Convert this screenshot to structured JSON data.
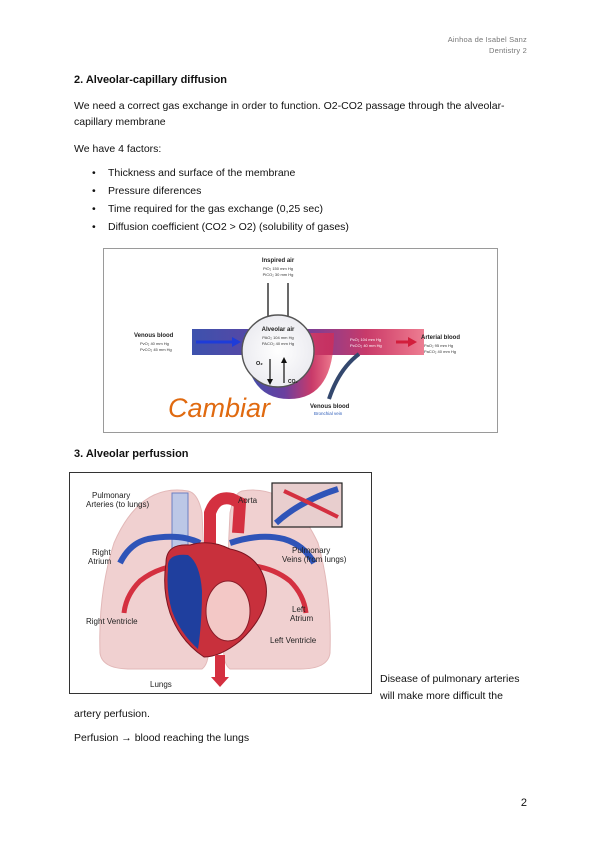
{
  "header": {
    "author": "Ainhoa de Isabel Sanz",
    "course": "Dentistry 2"
  },
  "section2": {
    "heading": "2.   Alveolar-capillary diffusion",
    "para1": "We need a correct gas exchange in order to function. O2-CO2 passage through the alveolar-capillary membrane",
    "para2": "We have 4 factors:",
    "bullets": [
      "Thickness and surface of the membrane",
      "Pressure diferences",
      "Time required for the gas exchange (0,25 sec)",
      "Diffusion coefficient (CO2 > O2) (solubility of gases)"
    ]
  },
  "figure1": {
    "inspired_title": "Inspired air",
    "inspired_po2": "PiO₂ 150 mm Hg",
    "inspired_pco2": "PiCO₂ 30 mm Hg",
    "venous_title": "Venous blood",
    "venous_po2": "PvO₂ 40 mm Hg",
    "venous_pco2": "PvCO₂ 45 mm Hg",
    "alveolar_title": "Alveolar air",
    "alveolar_po2": "PAO₂ 104 mm Hg",
    "alveolar_pco2": "PACO₂ 40 mm Hg",
    "cap_po2": "PcO₂ 104 mm Hg",
    "cap_pco2": "PcCO₂ 40 mm Hg",
    "o2": "O₂",
    "co2": "CO₂",
    "arterial_title": "Arterial blood",
    "arterial_po2": "PaO₂ 95 mm Hg",
    "arterial_pco2": "PaCO₂ 40 mm Hg",
    "venous2_title": "Venous blood",
    "bronchial": "Bronchial vein",
    "handwriting": "Cambiar",
    "colors": {
      "venous": "#3b52b0",
      "arterial": "#d9203d",
      "handwriting": "#e06a10"
    }
  },
  "section3": {
    "heading": "3.   Alveolar perfussion",
    "side_text_line1": "Disease of pulmonary arteries",
    "side_text_line2": "will make more difficult the",
    "text_continue": "artery perfusion.",
    "perfusion": "Perfusion → blood reaching the lungs"
  },
  "figure2": {
    "pulm_arteries_l1": "Pulmonary",
    "pulm_arteries_l2": "Arteries (to lungs)",
    "aorta": "Aorta",
    "right_atrium_l1": "Right",
    "right_atrium_l2": "Atrium",
    "pulm_veins_l1": "Pulmonary",
    "pulm_veins_l2": "Veins (from lungs)",
    "left_atrium_l1": "Left",
    "left_atrium_l2": "Atrium",
    "right_ventricle": "Right Ventricle",
    "left_ventricle": "Left Ventricle",
    "lungs": "Lungs"
  },
  "page_number": "2"
}
